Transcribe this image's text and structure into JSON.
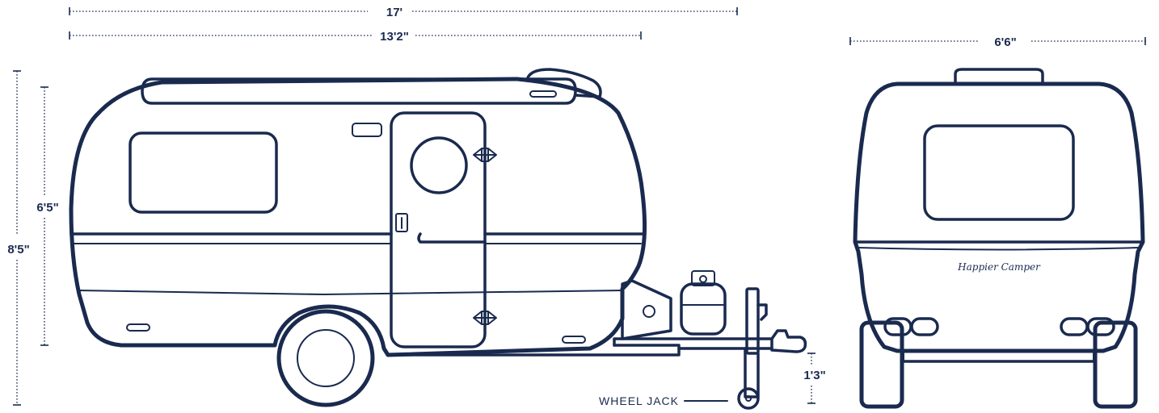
{
  "dimensions": {
    "total_length": "17'",
    "body_length": "13'2\"",
    "width": "6'6\"",
    "total_height": "8'5\"",
    "body_height": "6'5\"",
    "hitch_height": "1'3\""
  },
  "labels": {
    "wheel_jack": "WHEEL JACK",
    "brand": "Happier Camper"
  },
  "colors": {
    "line": "#1a2a4f",
    "background": "#ffffff"
  }
}
